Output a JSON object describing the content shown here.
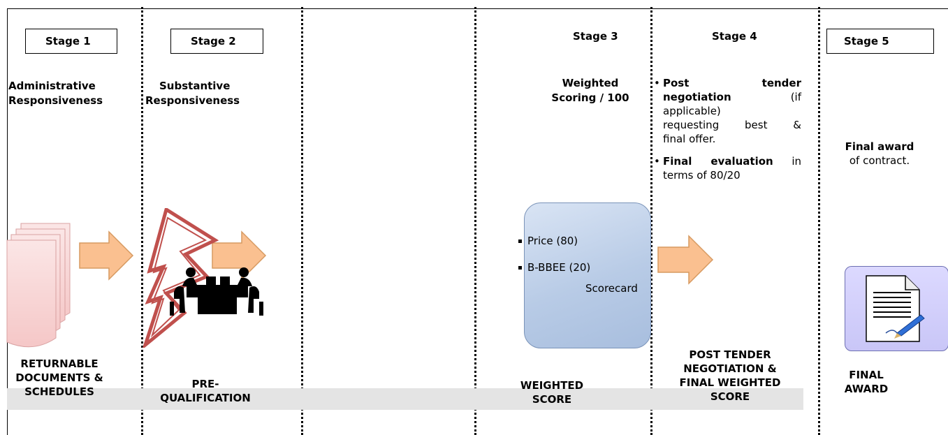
{
  "stages": {
    "s1": {
      "label": "Stage 1",
      "heading": [
        "Administrative",
        "Responsiveness"
      ],
      "bottom": [
        "RETURNABLE",
        "DOCUMENTS &",
        "SCHEDULES"
      ]
    },
    "s2": {
      "label": "Stage 2",
      "heading": [
        "Substantive",
        "Responsiveness"
      ],
      "bottom": [
        "PRE-",
        "QUALIFICATION"
      ]
    },
    "s3": {
      "label": "Stage 3",
      "heading": [
        "Weighted",
        "Scoring / 100"
      ],
      "bottom": [
        "WEIGHTED",
        "SCORE"
      ],
      "box": {
        "item1": "Price (80)",
        "item2": "B-BBEE (20)",
        "item3": "Scorecard"
      }
    },
    "s4": {
      "label": "Stage 4",
      "bullet1": {
        "bold1": "Post",
        "bold2": "tender",
        "bold3": "negotiation",
        "rest1": "(if",
        "rest2": "applicable)",
        "line3a": "requesting",
        "line3b": "best",
        "line3c": "&",
        "line4": "final offer."
      },
      "bullet2": {
        "bold": "Final evaluation",
        "rest1": "in",
        "rest2": "terms of 80/20"
      },
      "bottom": [
        "POST TENDER",
        "NEGOTIATION &",
        "FINAL WEIGHTED",
        "SCORE"
      ]
    },
    "s5": {
      "label": "Stage 5",
      "desc_bold": "Final award",
      "desc_rest": "of contract.",
      "bottom": [
        "FINAL",
        "AWARD"
      ]
    }
  },
  "icons": [
    "documents-stack-icon",
    "arrow-right-icon",
    "lightning-bolt-icon",
    "meeting-people-icon",
    "document-pen-icon"
  ],
  "colors": {
    "arrow_fill": "#fac090",
    "arrow_stroke": "#d79a61",
    "bolt": "#c0504d",
    "score_box": "#b8cbe6",
    "award_box": "#c9c6f7",
    "grey_bar": "#e4e4e4"
  }
}
